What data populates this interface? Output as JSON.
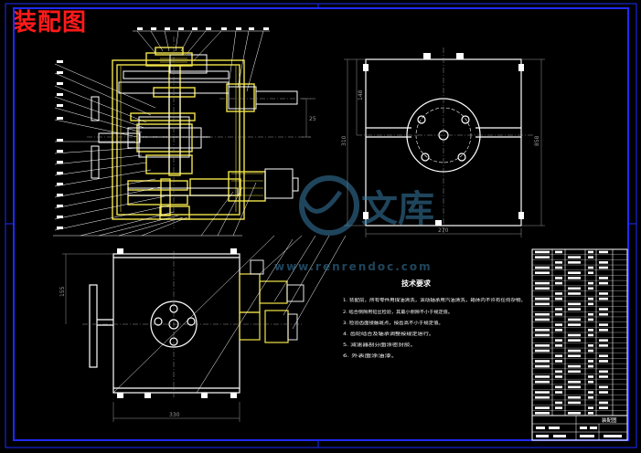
{
  "drawing": {
    "title": "装配图",
    "colors": {
      "background": "#000000",
      "frame": "#1e2bff",
      "line": "#ffffff",
      "part": "#f2e54a",
      "dimension": "#9a9a9a",
      "title_text": "#ff1a1a"
    },
    "tech_requirements": {
      "heading": "技术要求",
      "items": [
        "1. 装配前，所有零件用煤油清洗，滚动轴承用汽油清洗，箱体内不许有任何杂物。",
        "2. 啮合侧隙用铅丝检验，其最小侧隙不小于规定值。",
        "3. 检验齿面接触斑点，按齿高不小于规定值。",
        "4. 齿轮啮合及轴承调整按规定进行。",
        "5. 减速器剖分面涂密封胶。",
        "6. 外表面涂油漆。"
      ]
    },
    "top_view_dims": {
      "height": "148",
      "width": "270",
      "side": "858",
      "total": "310"
    },
    "bottom_view_dims": {
      "height": "155",
      "width": "330"
    },
    "front_view_dims": {
      "gap": "25"
    },
    "title_block": {
      "drawing_name": "装配图"
    },
    "watermark": {
      "brand": "文库",
      "url": "www.renrendoc.com"
    }
  }
}
